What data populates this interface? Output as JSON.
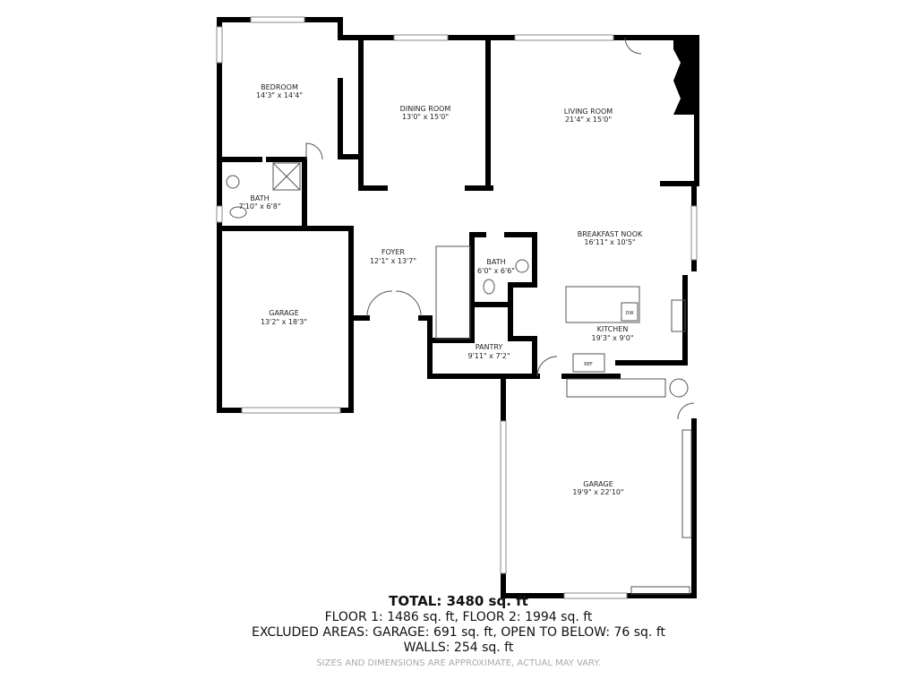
{
  "rooms": [
    {
      "name": "BEDROOM",
      "size": "14'3\" x 14'4\""
    },
    {
      "name": "DINING ROOM",
      "size": "13'0\" x 15'0\""
    },
    {
      "name": "LIVING ROOM",
      "size": "21'4\" x 15'0\""
    },
    {
      "name": "BATH",
      "size": "7'10\" x 6'8\""
    },
    {
      "name": "FOYER",
      "size": "12'1\" x 13'7\""
    },
    {
      "name": "BREAKFAST NOOK",
      "size": "16'11\" x 10'5\""
    },
    {
      "name": "BATH",
      "size": "6'0\" x 6'6\""
    },
    {
      "name": "GARAGE",
      "size": "13'2\" x 18'3\""
    },
    {
      "name": "KITCHEN",
      "size": "19'3\" x 9'0\""
    },
    {
      "name": "PANTRY",
      "size": "9'11\" x 7'2\""
    },
    {
      "name": "GARAGE",
      "size": "19'9\" x 22'10\""
    }
  ],
  "appliances": {
    "dishwasher": "DW",
    "refrigerator": "REF"
  },
  "summary": {
    "total": "TOTAL: 3480 sq. ft",
    "floors": "FLOOR 1: 1486 sq. ft, FLOOR 2: 1994 sq. ft",
    "excluded": "EXCLUDED AREAS: GARAGE: 691 sq. ft, OPEN TO BELOW: 76 sq. ft",
    "walls": "WALLS: 254 sq. ft",
    "disclaimer": "SIZES AND DIMENSIONS ARE APPROXIMATE, ACTUAL MAY VARY."
  }
}
